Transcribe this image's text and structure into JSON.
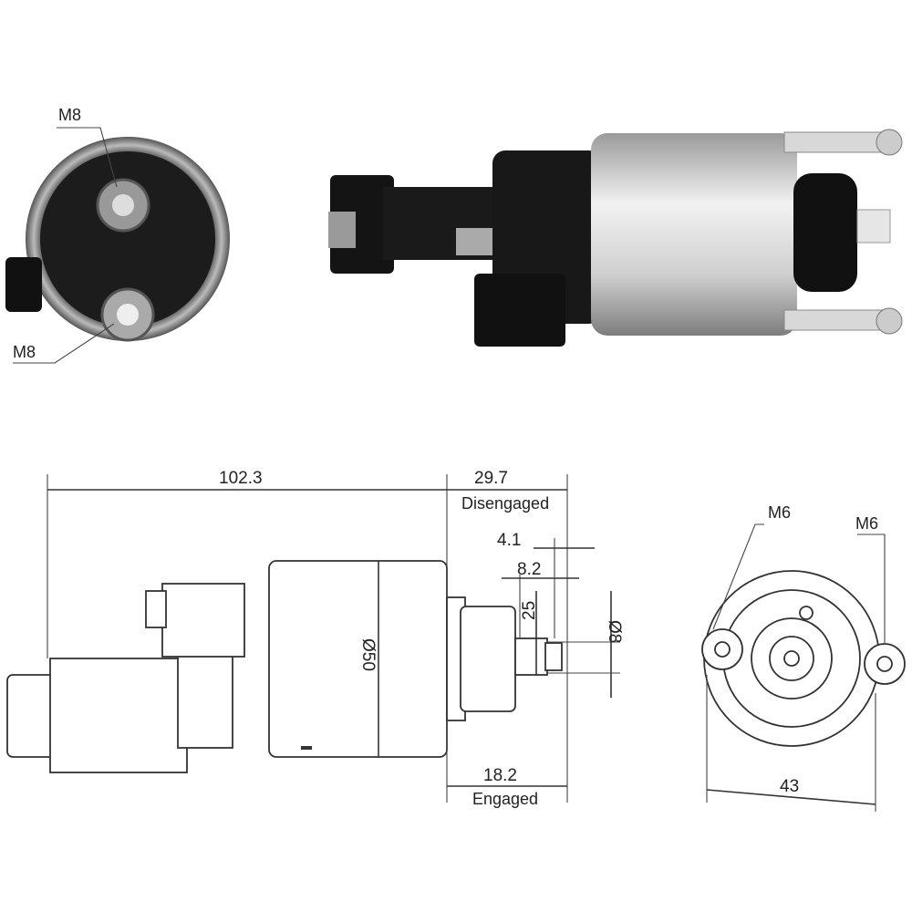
{
  "photo_end_view": {
    "labels": [
      "M8",
      "M8"
    ]
  },
  "drawing_side": {
    "overall_length": "102.3",
    "disengaged_travel": "29.7",
    "disengaged_label": "Disengaged",
    "dim_a": "4.1",
    "dim_b": "8.2",
    "dim_c": "25",
    "plunger_diameter": "Ø8",
    "body_diameter": "Ø50",
    "engaged_travel": "18.2",
    "engaged_label": "Engaged"
  },
  "drawing_end": {
    "terminal_left": "M6",
    "terminal_right": "M6",
    "terminal_spacing": "43"
  },
  "colors": {
    "line": "#333333",
    "body_silver": "#c8c8c8",
    "black_plastic": "#1a1a1a"
  }
}
